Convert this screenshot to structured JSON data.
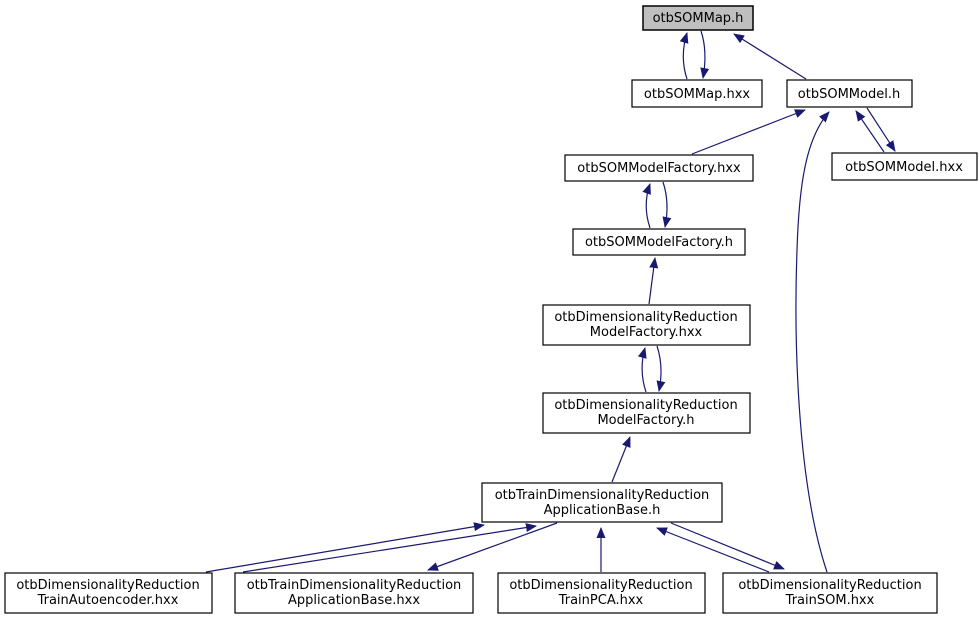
{
  "graph": {
    "type": "include-dependency-graph",
    "root": "otbSOMMap.h",
    "colors": {
      "background": "#ffffff",
      "edge": "#191970",
      "node_fill": "#ffffff",
      "node_border": "#000000",
      "highlighted_node_fill": "#bfbfbf",
      "text": "#000000"
    },
    "nodes": [
      {
        "label": "otbSOMMap.h",
        "lines": [
          "otbSOMMap.h"
        ],
        "highlighted": true
      },
      {
        "label": "otbSOMMap.hxx",
        "lines": [
          "otbSOMMap.hxx"
        ],
        "highlighted": false
      },
      {
        "label": "otbSOMModel.h",
        "lines": [
          "otbSOMModel.h"
        ],
        "highlighted": false
      },
      {
        "label": "otbSOMModel.hxx",
        "lines": [
          "otbSOMModel.hxx"
        ],
        "highlighted": false
      },
      {
        "label": "otbSOMModelFactory.hxx",
        "lines": [
          "otbSOMModelFactory.hxx"
        ],
        "highlighted": false
      },
      {
        "label": "otbSOMModelFactory.h",
        "lines": [
          "otbSOMModelFactory.h"
        ],
        "highlighted": false
      },
      {
        "label": "otbDimensionalityReductionModelFactory.hxx",
        "lines": [
          "otbDimensionalityReduction",
          "ModelFactory.hxx"
        ],
        "highlighted": false
      },
      {
        "label": "otbDimensionalityReductionModelFactory.h",
        "lines": [
          "otbDimensionalityReduction",
          "ModelFactory.h"
        ],
        "highlighted": false
      },
      {
        "label": "otbTrainDimensionalityReductionApplicationBase.h",
        "lines": [
          "otbTrainDimensionalityReduction",
          "ApplicationBase.h"
        ],
        "highlighted": false
      },
      {
        "label": "otbDimensionalityReductionTrainAutoencoder.hxx",
        "lines": [
          "otbDimensionalityReduction",
          "TrainAutoencoder.hxx"
        ],
        "highlighted": false
      },
      {
        "label": "otbTrainDimensionalityReductionApplicationBase.hxx",
        "lines": [
          "otbTrainDimensionalityReduction",
          "ApplicationBase.hxx"
        ],
        "highlighted": false
      },
      {
        "label": "otbDimensionalityReductionTrainPCA.hxx",
        "lines": [
          "otbDimensionalityReduction",
          "TrainPCA.hxx"
        ],
        "highlighted": false
      },
      {
        "label": "otbDimensionalityReductionTrainSOM.hxx",
        "lines": [
          "otbDimensionalityReduction",
          "TrainSOM.hxx"
        ],
        "highlighted": false
      }
    ],
    "edges": [
      {
        "from": "otbSOMMap.hxx",
        "to": "otbSOMMap.h"
      },
      {
        "from": "otbSOMMap.h",
        "to": "otbSOMMap.hxx"
      },
      {
        "from": "otbSOMModel.h",
        "to": "otbSOMMap.h"
      },
      {
        "from": "otbSOMModelFactory.hxx",
        "to": "otbSOMModel.h"
      },
      {
        "from": "otbSOMModel.hxx",
        "to": "otbSOMModel.h"
      },
      {
        "from": "otbSOMModel.h",
        "to": "otbSOMModel.hxx"
      },
      {
        "from": "otbDimensionalityReductionTrainSOM.hxx",
        "to": "otbSOMModel.h"
      },
      {
        "from": "otbSOMModelFactory.h",
        "to": "otbSOMModelFactory.hxx"
      },
      {
        "from": "otbSOMModelFactory.hxx",
        "to": "otbSOMModelFactory.h"
      },
      {
        "from": "otbDimensionalityReductionModelFactory.hxx",
        "to": "otbSOMModelFactory.h"
      },
      {
        "from": "otbDimensionalityReductionModelFactory.h",
        "to": "otbDimensionalityReductionModelFactory.hxx"
      },
      {
        "from": "otbDimensionalityReductionModelFactory.hxx",
        "to": "otbDimensionalityReductionModelFactory.h"
      },
      {
        "from": "otbTrainDimensionalityReductionApplicationBase.h",
        "to": "otbDimensionalityReductionModelFactory.h"
      },
      {
        "from": "otbDimensionalityReductionTrainAutoencoder.hxx",
        "to": "otbTrainDimensionalityReductionApplicationBase.h"
      },
      {
        "from": "otbTrainDimensionalityReductionApplicationBase.hxx",
        "to": "otbTrainDimensionalityReductionApplicationBase.h"
      },
      {
        "from": "otbTrainDimensionalityReductionApplicationBase.h",
        "to": "otbTrainDimensionalityReductionApplicationBase.hxx"
      },
      {
        "from": "otbDimensionalityReductionTrainPCA.hxx",
        "to": "otbTrainDimensionalityReductionApplicationBase.h"
      },
      {
        "from": "otbDimensionalityReductionTrainSOM.hxx",
        "to": "otbTrainDimensionalityReductionApplicationBase.h"
      },
      {
        "from": "otbTrainDimensionalityReductionApplicationBase.h",
        "to": "otbDimensionalityReductionTrainSOM.hxx"
      }
    ]
  }
}
